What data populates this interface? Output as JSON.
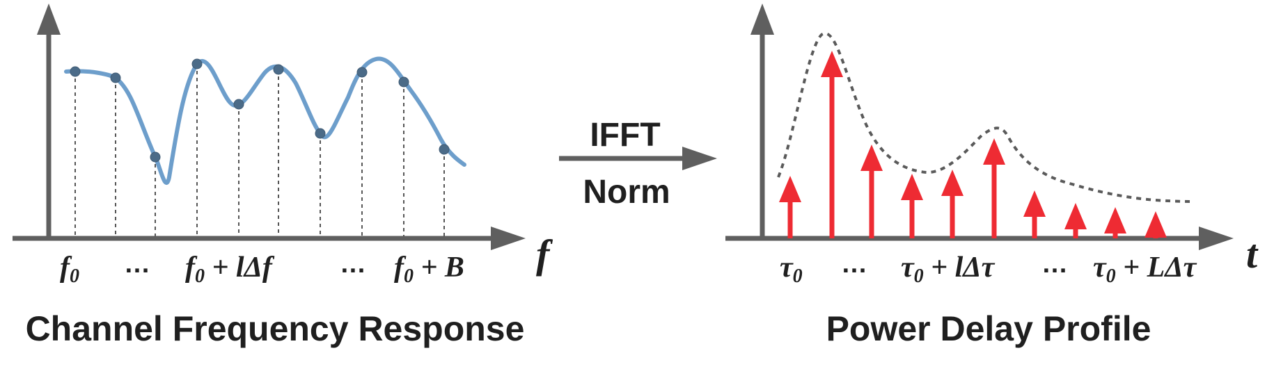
{
  "colors": {
    "axis": "#5f5f5f",
    "curve": "#6d9ecb",
    "dot": "#4b6b88",
    "stem": "#ee2b33",
    "envelope": "#5a5a5a",
    "text": "#1f1f1f"
  },
  "left_panel": {
    "title": "Channel Frequency Response",
    "axis_label": "f",
    "ticks": {
      "start_base": "f",
      "start_sub": "0",
      "dots1": "…",
      "mid_base": "f",
      "mid_sub": "0",
      "mid_rest": " + lΔf",
      "dots2": "…",
      "end_base": "f",
      "end_sub": "0",
      "end_rest": " + B"
    }
  },
  "middle": {
    "top_label": "IFFT",
    "bottom_label": "Norm"
  },
  "right_panel": {
    "title": "Power Delay Profile",
    "axis_label": "t",
    "ticks": {
      "start_base": "τ",
      "start_sub": "0",
      "dots1": "…",
      "mid_base": "τ",
      "mid_sub": "0",
      "mid_rest": " + lΔτ",
      "dots2": "…",
      "end_base": "τ",
      "end_sub": "0",
      "end_rest": " + LΔτ"
    },
    "stem_levels": [
      0.3,
      0.9,
      0.45,
      0.31,
      0.33,
      0.48,
      0.23,
      0.17,
      0.15,
      0.13
    ]
  }
}
